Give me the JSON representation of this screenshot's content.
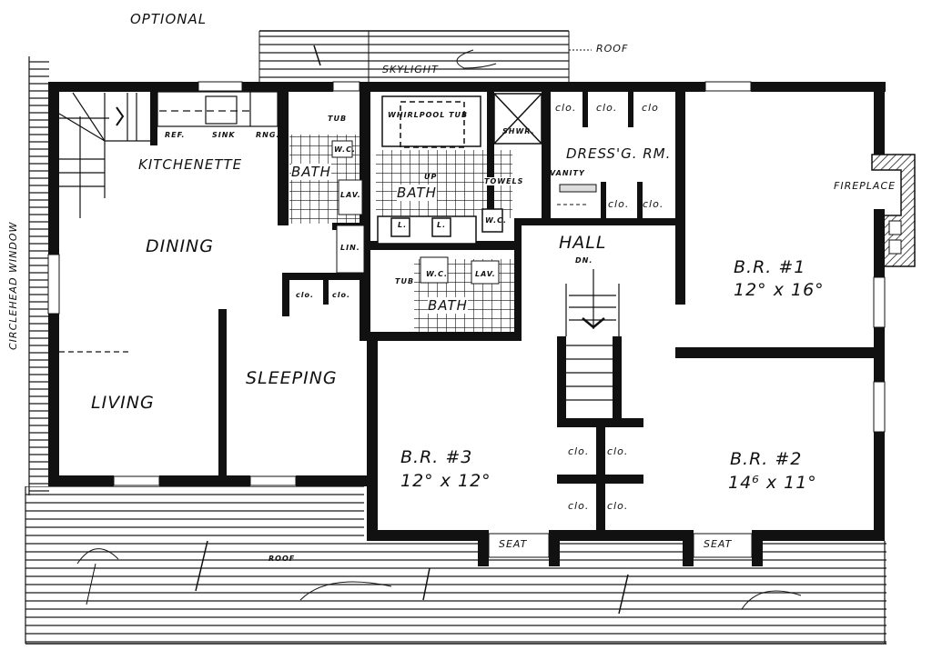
{
  "plan": {
    "title_optional": "OPTIONAL",
    "roof_top": "ROOF",
    "skylight": "SKYLIGHT",
    "roof_bottom": "ROOF",
    "circlehead_window": "CIRCLEHEAD WINDOW",
    "fireplace": "FIREPLACE"
  },
  "rooms": {
    "kitchenette": {
      "label": "KITCHENETTE",
      "fixtures": [
        "REF.",
        "SINK",
        "RNG."
      ]
    },
    "dining": {
      "label": "DINING"
    },
    "living": {
      "label": "LIVING"
    },
    "sleeping": {
      "label": "SLEEPING"
    },
    "bath_small": {
      "label": "BATH",
      "tub": "TUB",
      "wc": "W.C.",
      "lav": "LAV."
    },
    "linen": {
      "label": "LIN."
    },
    "sleeping_closets": [
      "clo.",
      "clo."
    ],
    "master_bath": {
      "label": "BATH",
      "tub": "WHIRLPOOL TUB",
      "up": "UP",
      "shower": "SHWR.",
      "towels": "TOWELS",
      "lav1": "L.",
      "lav2": "L.",
      "wc": "W.C."
    },
    "dressing_room": {
      "label": "DRESS'G. RM.",
      "vanity": "VANITY",
      "closets_top": [
        "clo.",
        "clo.",
        "clo"
      ],
      "closets_bottom": [
        "clo.",
        "clo."
      ]
    },
    "hall": {
      "label": "HALL",
      "stairs": "DN."
    },
    "bath_hall": {
      "label": "BATH",
      "tub": "TUB",
      "wc": "W.C.",
      "lav": "LAV."
    },
    "br1": {
      "label": "B.R. #1",
      "size": "12° x 16°"
    },
    "br2": {
      "label": "B.R. #2",
      "size": "14⁶ x 11°"
    },
    "br3": {
      "label": "B.R. #3",
      "size": "12° x 12°"
    },
    "hall_closets": [
      "clo.",
      "clo.",
      "clo.",
      "clo."
    ],
    "seats": [
      "SEAT",
      "SEAT"
    ]
  }
}
